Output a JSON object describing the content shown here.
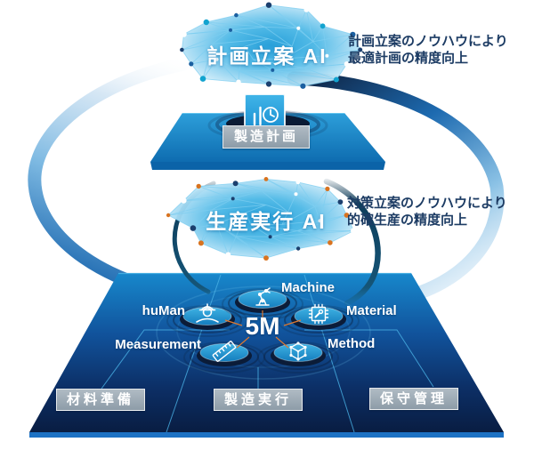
{
  "diagram": {
    "planning_cloud": {
      "title": "計画立案 AI",
      "note": [
        "計画立案のノウハウにより",
        "最適計画の精度向上"
      ],
      "dot_colors": [
        "#1b3f6e",
        "#ffffff",
        "#12a3cf",
        "#1b5fa0"
      ]
    },
    "execution_cloud": {
      "title": "生産実行 AI",
      "note": [
        "対策立案のノウハウにより",
        "的確生産の精度向上"
      ],
      "dot_colors": [
        "#d9731f",
        "#ffffff",
        "#d9731f",
        "#1b3f6e"
      ]
    },
    "plan_platform": {
      "label": "製造計画",
      "icon": "chart-clock-icon"
    },
    "factory_platform": {
      "center_label": "5M",
      "pods": [
        {
          "label": "huMan",
          "icon": "worker-icon"
        },
        {
          "label": "Machine",
          "icon": "robot-arm-icon"
        },
        {
          "label": "Material",
          "icon": "chip-icon"
        },
        {
          "label": "Measurement",
          "icon": "ruler-icon"
        },
        {
          "label": "Method",
          "icon": "cube-icon"
        }
      ],
      "process_labels": [
        "材料準備",
        "製造実行",
        "保守管理"
      ]
    },
    "colors": {
      "cloud_blue": "#2aa7de",
      "deep_navy": "#0c2d62",
      "accent_orange": "#e0792f",
      "platform_blue": "#1584c8",
      "swoosh_blue": "#1e6fb4"
    }
  }
}
